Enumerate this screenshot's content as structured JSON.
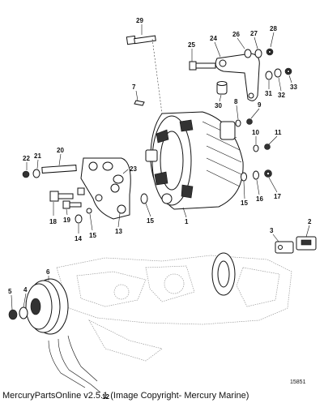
{
  "diagram": {
    "figure_number": "15851",
    "callouts": [
      {
        "id": "c29",
        "label": "29"
      },
      {
        "id": "c25",
        "label": "25"
      },
      {
        "id": "c24",
        "label": "24"
      },
      {
        "id": "c26",
        "label": "26"
      },
      {
        "id": "c27",
        "label": "27"
      },
      {
        "id": "c28",
        "label": "28"
      },
      {
        "id": "c7",
        "label": "7"
      },
      {
        "id": "c30",
        "label": "30"
      },
      {
        "id": "c31",
        "label": "31"
      },
      {
        "id": "c32",
        "label": "32"
      },
      {
        "id": "c33",
        "label": "33"
      },
      {
        "id": "c8",
        "label": "8"
      },
      {
        "id": "c9",
        "label": "9"
      },
      {
        "id": "c10",
        "label": "10"
      },
      {
        "id": "c11",
        "label": "11"
      },
      {
        "id": "c22",
        "label": "22"
      },
      {
        "id": "c21",
        "label": "21"
      },
      {
        "id": "c20",
        "label": "20"
      },
      {
        "id": "c23",
        "label": "23"
      },
      {
        "id": "c18",
        "label": "18"
      },
      {
        "id": "c19",
        "label": "19"
      },
      {
        "id": "c14",
        "label": "14"
      },
      {
        "id": "c15a",
        "label": "15"
      },
      {
        "id": "c13",
        "label": "13"
      },
      {
        "id": "c15b",
        "label": "15"
      },
      {
        "id": "c1",
        "label": "1"
      },
      {
        "id": "c15c",
        "label": "15"
      },
      {
        "id": "c16",
        "label": "16"
      },
      {
        "id": "c17",
        "label": "17"
      },
      {
        "id": "c3",
        "label": "3"
      },
      {
        "id": "c2",
        "label": "2"
      },
      {
        "id": "c6",
        "label": "6"
      },
      {
        "id": "c5",
        "label": "5"
      },
      {
        "id": "c4",
        "label": "4"
      },
      {
        "id": "c12",
        "label": "12"
      }
    ]
  },
  "footer": {
    "caption": "MercuryPartsOnline v2.5.1 (Image Copyright- Mercury Marine)"
  }
}
